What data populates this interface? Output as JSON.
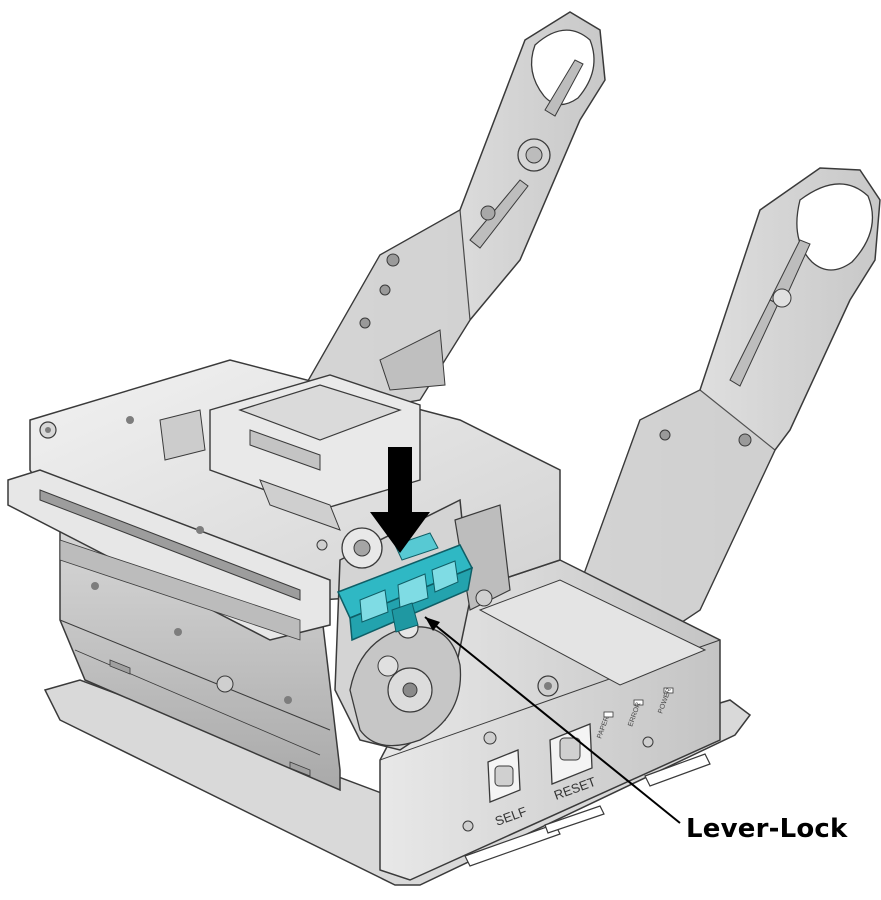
{
  "callout": {
    "label": "Lever-Lock"
  },
  "panel_buttons": {
    "self": "SELF",
    "reset": "RESET"
  },
  "indicators": {
    "paper": "PAPER",
    "error": "ERROR",
    "power": "POWER"
  },
  "icons": {
    "press_arrow": "down-arrow-icon"
  },
  "colors": {
    "lever_lock": "#2fb8c4",
    "metal_light": "#e6e6e6",
    "metal_mid": "#c9c9c9",
    "metal_dark": "#8c8c8c",
    "outline": "#3a3a3a",
    "arrow": "#000000"
  }
}
